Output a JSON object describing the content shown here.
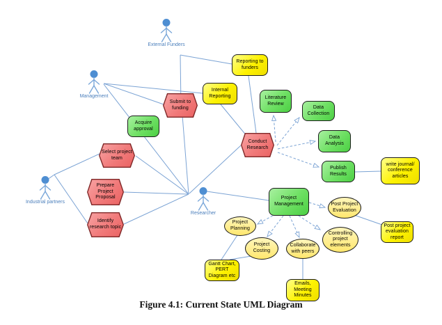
{
  "caption": "Figure 4.1: Current State UML Diagram",
  "colors": {
    "connector_blue": "#7ba3d4",
    "actor_blue": "#4e8ed2",
    "actor_label_blue": "#4a7ebb",
    "hexagon_fill": "#f17a7a",
    "hexagon_border": "#7e2727",
    "green_fill": "#6ee063",
    "yellow_fill": "#fef200",
    "ellipse_fill": "#ffe76e",
    "shape_border": "#1c1c1c"
  },
  "actors": {
    "external_funders": {
      "label": "External Funders"
    },
    "management": {
      "label": "Management"
    },
    "industrial_partners": {
      "label": "Industrial partners"
    },
    "researcher": {
      "label": "Researcher"
    }
  },
  "nodes": {
    "reporting_to_funders": {
      "label": "Reporting to\nfunders",
      "shape": "rounded-rect",
      "fill": "yellow"
    },
    "internal_reporting": {
      "label": "Internal\nReporting",
      "shape": "rounded-rect",
      "fill": "yellow"
    },
    "submit_to_funding": {
      "label": "Submit to\nfunding",
      "shape": "hexagon",
      "fill": "red"
    },
    "acquire_approval": {
      "label": "Acquire\napproval",
      "shape": "rounded-rect",
      "fill": "green"
    },
    "select_project_team": {
      "label": "Select project\nteam",
      "shape": "hexagon",
      "fill": "red"
    },
    "prepare_project_proposal": {
      "label": "Prepare\nProject\nProposal",
      "shape": "hexagon",
      "fill": "red"
    },
    "identify_research_topic": {
      "label": "Identify\nresearch topic",
      "shape": "hexagon",
      "fill": "red"
    },
    "conduct_research": {
      "label": "Conduct\nResearch",
      "shape": "hexagon",
      "fill": "red"
    },
    "literature_review": {
      "label": "Literature\nReview",
      "shape": "rounded-rect",
      "fill": "green"
    },
    "data_collection": {
      "label": "Data\nCollection",
      "shape": "rounded-rect",
      "fill": "green"
    },
    "data_analysis": {
      "label": "Data\nAnalysis",
      "shape": "rounded-rect",
      "fill": "green"
    },
    "publish_results": {
      "label": "Publish\nResults",
      "shape": "rounded-rect",
      "fill": "green"
    },
    "write_journal_articles": {
      "label": "write journal/\nconference\narticles",
      "shape": "rounded-rect",
      "fill": "yellow"
    },
    "project_management": {
      "label": "Project\nManagement",
      "shape": "rounded-rect",
      "fill": "green"
    },
    "post_project_evaluation": {
      "label": "Post Project\nEvaluation",
      "shape": "ellipse",
      "fill": "pale-yellow"
    },
    "post_project_evaluation_report": {
      "label": "Post project\nevaluation\nreport",
      "shape": "rounded-rect",
      "fill": "yellow"
    },
    "project_planning": {
      "label": "Project\nPlanning",
      "shape": "ellipse",
      "fill": "pale-yellow"
    },
    "controlling_project_elements": {
      "label": "Controlling\nproject\nelements",
      "shape": "ellipse",
      "fill": "pale-yellow"
    },
    "project_costing": {
      "label": "Project\nCosting",
      "shape": "ellipse",
      "fill": "pale-yellow"
    },
    "collaborate_with_peers": {
      "label": "Collaborate\nwith peers",
      "shape": "ellipse",
      "fill": "pale-yellow"
    },
    "gantt_chart": {
      "label": "Gantt Chart,\nPERT\nDiagram etc",
      "shape": "rounded-rect",
      "fill": "yellow"
    },
    "emails_meeting_minutes": {
      "label": "Emails,\nMeeting\nMinutes",
      "shape": "rounded-rect",
      "fill": "yellow"
    }
  }
}
